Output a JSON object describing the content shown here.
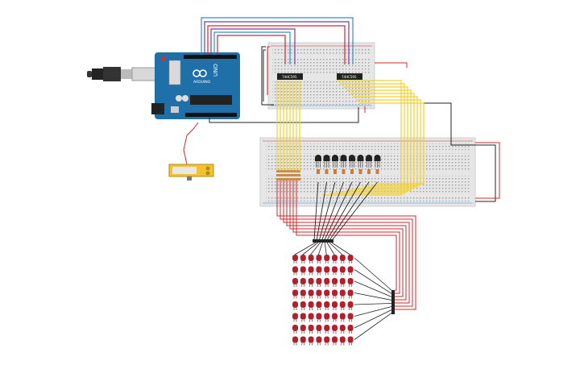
{
  "arduino": {
    "logo_text": "ARDUINO",
    "model_text": "UNO"
  },
  "chips": [
    {
      "label": "74HC595"
    },
    {
      "label": "74HC595"
    }
  ],
  "transistor_count": 8,
  "led_matrix": {
    "rows": 8,
    "cols": 8
  },
  "colors": {
    "board_blue": "#1f6fa8",
    "breadboard": "#e6e6e6",
    "wire_yellow": "#f2d02a",
    "wire_red": "#d6262a",
    "wire_black": "#222222",
    "wire_blue": "#2a8fd6",
    "wire_purple": "#7a3aa0",
    "led_red": "#b3202b",
    "potentiometer": "#f1c232"
  }
}
